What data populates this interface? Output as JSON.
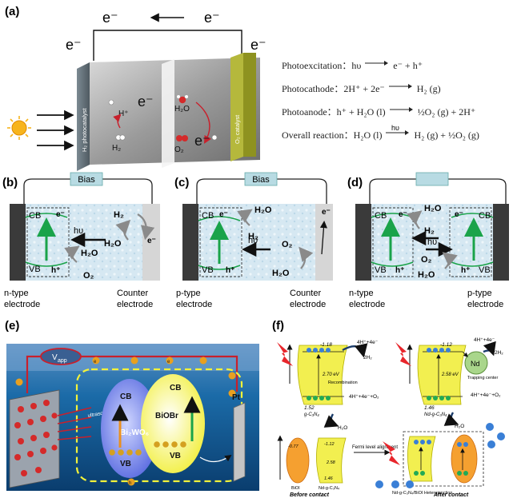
{
  "colors": {
    "electrode": "#3a3a3a",
    "green": "#1aa34a",
    "sea": "#0e6ea8",
    "yellow": "#ffff33",
    "bias_box": "#b8dbe3",
    "red": "#c8202c"
  },
  "panel_a": {
    "tag": "(a)",
    "electron": "e⁻",
    "h2_plate_label": "H₂ photocatalyst",
    "o2_plate_label": "O₂ catalyst",
    "hplus": "H⁺",
    "h2": "H₂",
    "h2o": "H₂O",
    "o2": "O₂",
    "equations": [
      {
        "label": "Photoexcitation：hυ",
        "arrow_label": "",
        "rhs": "e⁻ + h⁺"
      },
      {
        "label": "Photocathode：2H⁺ + 2e⁻",
        "arrow_label": "",
        "rhs": "H₂ (g)"
      },
      {
        "label": "Photoanode：h⁺ + H₂O (l)",
        "arrow_label": "",
        "rhs": "½O₂ (g) + 2H⁺"
      },
      {
        "label": "Overall reaction：H₂O (l)",
        "arrow_label": "hυ",
        "rhs": "H₂ (g) + ½O₂ (g)"
      }
    ]
  },
  "panel_b": {
    "tag": "(b)",
    "bias": "Bias",
    "cb": "CB",
    "vb": "VB",
    "e": "e⁻",
    "h": "h⁺",
    "hv": "hυ",
    "h2": "H₂",
    "h2o": "H₂O",
    "o2": "O₂",
    "left_label": [
      "n-type",
      "electrode"
    ],
    "right_label": [
      "Counter",
      "electrode"
    ]
  },
  "panel_c": {
    "tag": "(c)",
    "bias": "Bias",
    "cb": "CB",
    "vb": "VB",
    "e": "e⁻",
    "h": "h⁺",
    "hv": "hυ",
    "h2": "H₂",
    "h2o": "H₂O",
    "o2": "O₂",
    "left_label": [
      "p-type",
      "electrode"
    ],
    "right_label": [
      "Counter",
      "electrode"
    ]
  },
  "panel_d": {
    "tag": "(d)",
    "cb": "CB",
    "vb": "VB",
    "e": "e⁻",
    "h": "h⁺",
    "hv": "hυ",
    "h2": "H₂",
    "h2o": "H₂O",
    "o2": "O₂",
    "left_label": [
      "n-type",
      "electrode"
    ],
    "right_label": [
      "p-type",
      "electrode"
    ]
  },
  "panel_e": {
    "tag": "(e)",
    "vapp": "V",
    "vapp_sub": "app",
    "e": "e",
    "h": "h",
    "ultrasonic": "ultrasonic",
    "cb": "CB",
    "vb": "VB",
    "bi2wo6": "Bi₂WO₆",
    "biobr": "BiOBr",
    "pt": "Pt"
  },
  "panel_f": {
    "tag": "(f)",
    "top_left": {
      "e_cb": "-1.18",
      "e_vb": "1.52",
      "gap": "2.70 eV",
      "recomb": "Recombination",
      "h2_rxn": "4H⁺+4e⁻",
      "h2": "2H₂",
      "o2_rxn": "4H⁺+4e⁻+O₂",
      "h2o": "H₂O",
      "name": "g-C₃N₄"
    },
    "top_right": {
      "e_cb": "-1.12",
      "e_vb": "1.46",
      "gap": "2.58 eV",
      "trap": "Trapping center",
      "nd": "Nd",
      "h2_rxn": "4H⁺+4e⁻",
      "h2": "2H₂",
      "o2_rxn": "4H⁺+4e⁻+O₂",
      "h2o": "H₂O",
      "name": "Nd-g-C₃N₄"
    },
    "bottom_left": {
      "e_a": "-0.77",
      "e_b": "-1.12",
      "e_c": "1.46",
      "gap": "2.58",
      "name1": "BiOI",
      "name2": "Nd-g-C₃N₄",
      "caption": "Before contact"
    },
    "bottom_right": {
      "align": "Fermi level alignment",
      "caption": "After contact",
      "name": "Nd-g-C₃N₄/BiOI Heterojunction"
    }
  }
}
